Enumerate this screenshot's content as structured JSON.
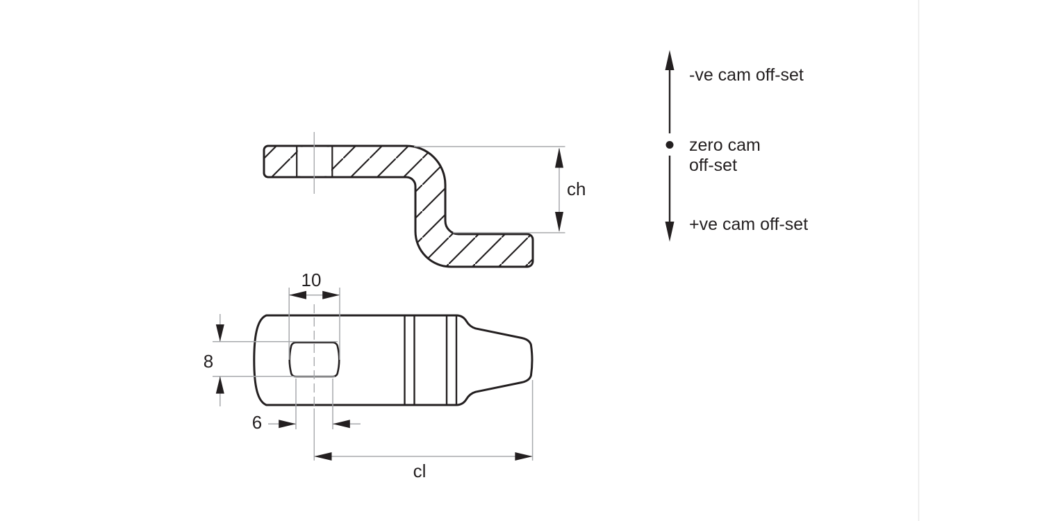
{
  "drawing": {
    "section_view": {
      "dim_ch_label": "ch"
    },
    "plan_view": {
      "dim_slot_max_width": "10",
      "dim_slot_height": "8",
      "dim_slot_flat_width": "6",
      "dim_cam_length_label": "cl"
    },
    "legend": {
      "negative_label": "-ve cam off-set",
      "zero_label_line1": "zero cam",
      "zero_label_line2": "off-set",
      "positive_label": "+ve cam off-set"
    },
    "colors": {
      "line": "#231f20",
      "dimension": "#a7a9ac",
      "page_divider": "#e9e9e9",
      "background": "#ffffff"
    }
  }
}
